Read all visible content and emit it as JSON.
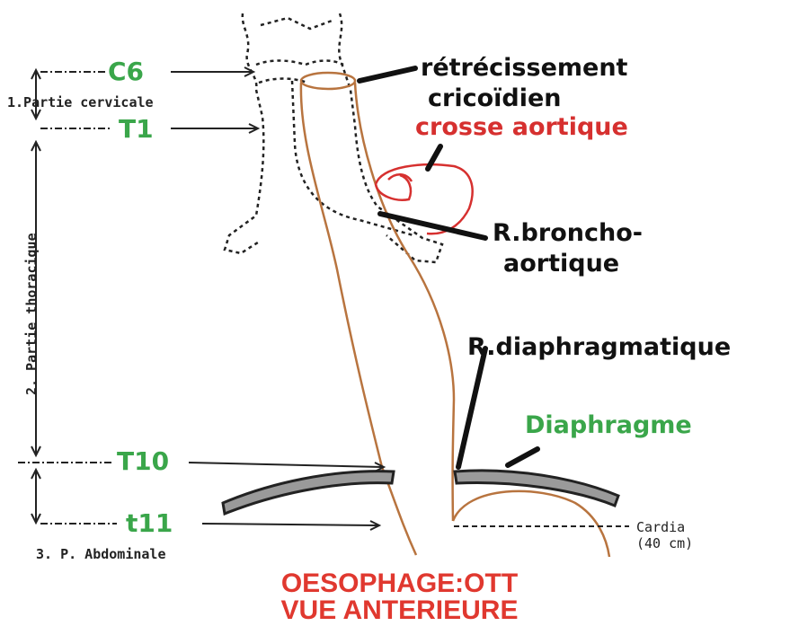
{
  "levels": {
    "c6": "C6",
    "t1": "T1",
    "t10": "T10",
    "t11": "t11"
  },
  "parts": {
    "cervical": "1.Partie cervicale",
    "thoracic": "2. Partie thoracique",
    "abdominal": "3. P. Abdominale"
  },
  "annotations": {
    "cricoid_line1": "rétrécissement",
    "cricoid_line2": "cricoïdien",
    "aortic_arch": "crosse aortique",
    "broncho_line1": "R.broncho-",
    "broncho_line2": "aortique",
    "diaphragmatic": "R.diaphragmatique",
    "diaphragm": "Diaphragme",
    "cardia_line1": "Cardia",
    "cardia_line2": "(40 cm)"
  },
  "title": {
    "line1": "OESOPHAGE:OTT",
    "line2": "VUE ANTERIEURE"
  },
  "colors": {
    "esophagus": "#b8743f",
    "level_text": "#3aa64a",
    "aorta": "#d6302f",
    "title": "#e0382f"
  }
}
